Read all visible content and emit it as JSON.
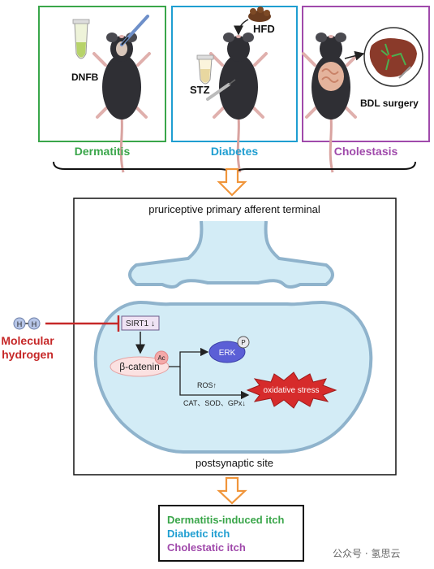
{
  "panels": [
    {
      "label": "Dermatitis",
      "color": "#3aa64a",
      "agent": "DNFB"
    },
    {
      "label": "Diabetes",
      "color": "#1f9ed1",
      "agent1": "STZ",
      "agent2": "HFD"
    },
    {
      "label": "Cholestasis",
      "color": "#a04aab",
      "agent": "BDL surgery"
    }
  ],
  "synapse": {
    "top_label": "pruriceptive primary afferent terminal",
    "bottom_label": "postsynaptic site",
    "sirt1": "SIRT1 ↓",
    "beta_catenin": "β-catenin",
    "ac": "Ac",
    "erk": "ERK",
    "p": "P",
    "ros": "ROS↑",
    "antioxidants": "CAT、SOD、GPx↓",
    "oxidative_stress": "oxidative stress"
  },
  "hydrogen": {
    "atom": "H",
    "line1": "Molecular",
    "line2": "hydrogen",
    "color": "#c62828"
  },
  "outcomes": [
    {
      "text": "Dermatitis-induced itch",
      "color": "#3aa64a"
    },
    {
      "text": "Diabetic itch",
      "color": "#1f9ed1"
    },
    {
      "text": "Cholestatic itch",
      "color": "#a04aab"
    }
  ],
  "watermark": "公众号 · 氢思云",
  "arrow_color": "#f0953a"
}
